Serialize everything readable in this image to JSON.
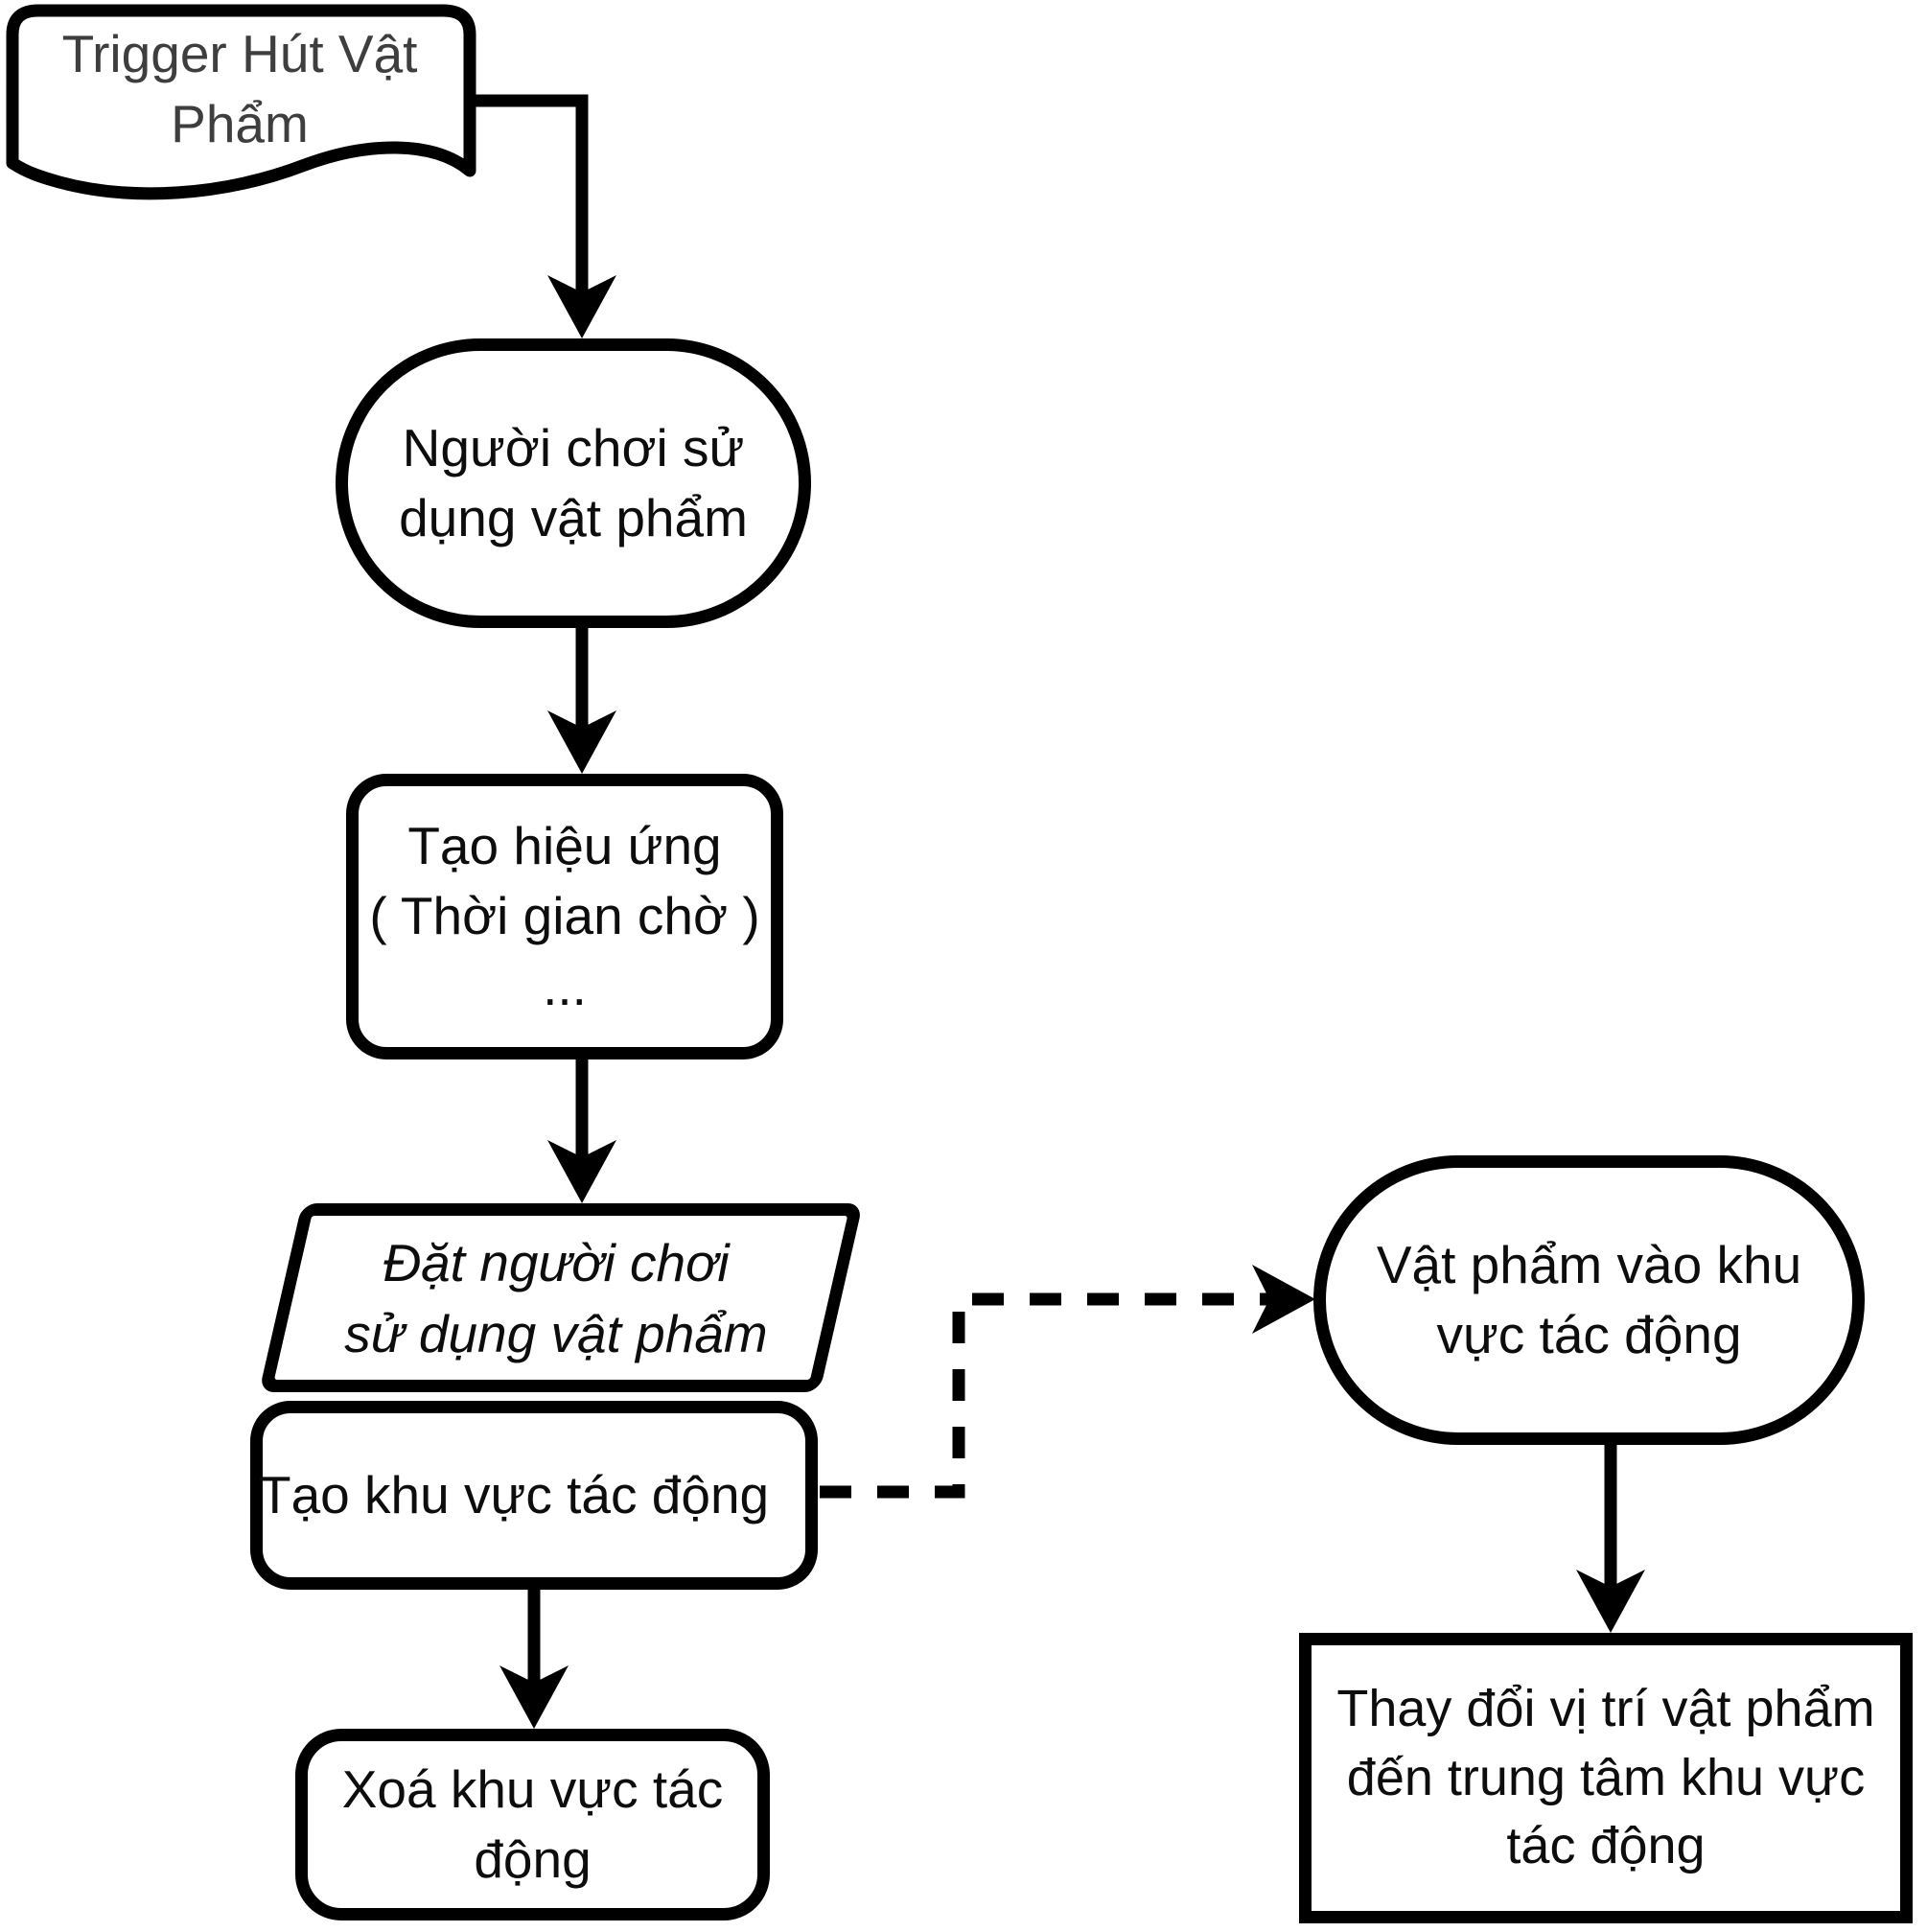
{
  "colors": {
    "stroke": "#000000",
    "fill": "#ffffff",
    "text": "#0d0d0d",
    "trigger_text": "#3e3e3e"
  },
  "nodes": {
    "trigger": {
      "shape": "document",
      "text": "Trigger Hút Vật\nPhẩm"
    },
    "player_use": {
      "shape": "stadium",
      "text": "Người chơi sử\ndụng vật phẩm"
    },
    "effect": {
      "shape": "rounded-rect",
      "text": "Tạo hiệu ứng\n( Thời gian chờ )\n..."
    },
    "place_player": {
      "shape": "parallelogram",
      "text": "Đặt người chơi\nsử dụng vật phẩm"
    },
    "create_zone": {
      "shape": "rounded-rect",
      "text": "Tạo khu vực tác động"
    },
    "delete_zone": {
      "shape": "rounded-rect",
      "text": "Xoá khu vực tác\nđộng"
    },
    "item_enter_zone": {
      "shape": "stadium",
      "text": "Vật phẩm vào khu\nvực tác động"
    },
    "move_item": {
      "shape": "rect",
      "text": "Thay đổi vị trí vật phẩm\nđến trung tâm khu vực\ntác động"
    }
  }
}
